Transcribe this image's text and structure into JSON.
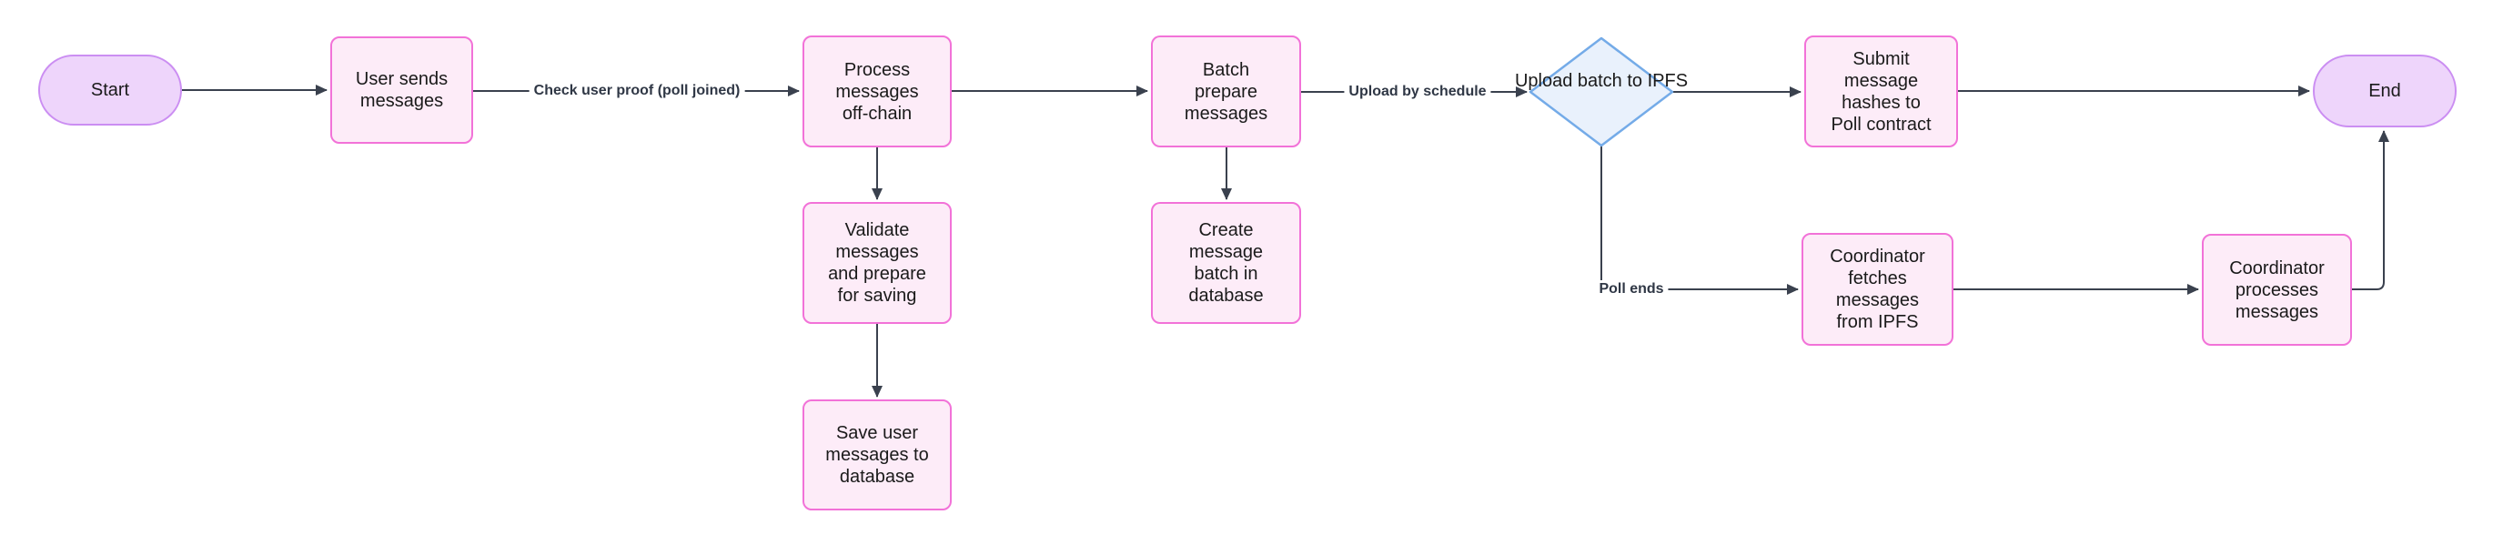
{
  "page": {
    "background": "#ffffff"
  },
  "palette": {
    "process_fill": "#fdecf8",
    "process_border": "#f272d8",
    "terminal_fill": "#eed5fb",
    "terminal_border": "#cb8ef2",
    "decision_fill": "#e9f1fc",
    "decision_border": "#74abe8",
    "edge_color": "#3a414e",
    "node_text": "#1a1a1a",
    "edge_label_text": "#2f3745"
  },
  "flowchart": {
    "nodes": [
      {
        "id": "start",
        "type": "terminal",
        "label": "Start"
      },
      {
        "id": "user-sends-messages",
        "type": "process",
        "label": "User sends\nmessages"
      },
      {
        "id": "process-messages-off-chain",
        "type": "process",
        "label": "Process\nmessages\noff-chain"
      },
      {
        "id": "validate-messages",
        "type": "process",
        "label": "Validate\nmessages\nand prepare\nfor saving"
      },
      {
        "id": "save-user-messages",
        "type": "process",
        "label": "Save user\nmessages to\ndatabase"
      },
      {
        "id": "batch-prepare-messages",
        "type": "process",
        "label": "Batch\nprepare\nmessages"
      },
      {
        "id": "create-message-batch",
        "type": "process",
        "label": "Create\nmessage\nbatch in\ndatabase"
      },
      {
        "id": "upload-batch-to-ipfs",
        "type": "decision",
        "label": "Upload batch\nto IPFS"
      },
      {
        "id": "submit-message-hashes",
        "type": "process",
        "label": "Submit\nmessage\nhashes to\nPoll contract"
      },
      {
        "id": "coordinator-fetches-messages",
        "type": "process",
        "label": "Coordinator\nfetches\nmessages\nfrom IPFS"
      },
      {
        "id": "coordinator-processes-messages",
        "type": "process",
        "label": "Coordinator\nprocesses\nmessages"
      },
      {
        "id": "end",
        "type": "terminal",
        "label": "End"
      }
    ],
    "edge_labels": [
      {
        "from": "user-sends-messages",
        "to": "process-messages-off-chain",
        "text": "Check user proof (poll joined)"
      },
      {
        "from": "batch-prepare-messages",
        "to": "upload-batch-to-ipfs",
        "text": "Upload by schedule"
      },
      {
        "from": "upload-batch-to-ipfs",
        "to": "coordinator-fetches-messages",
        "text": "Poll ends"
      }
    ]
  }
}
